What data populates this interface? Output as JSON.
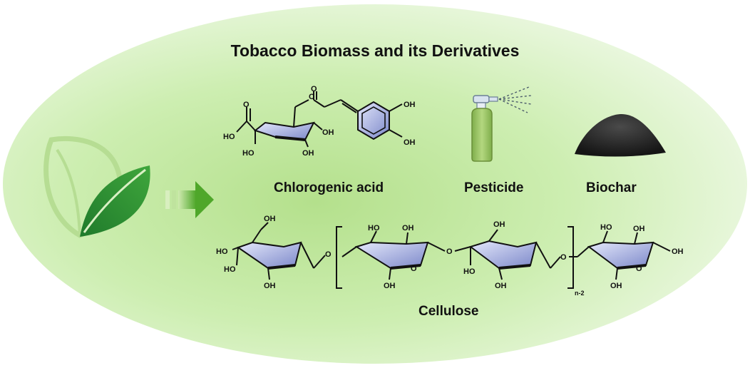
{
  "title": "Tobacco Biomass and its Derivatives",
  "derivatives": [
    {
      "name": "Chlorogenic acid"
    },
    {
      "name": "Pesticide"
    },
    {
      "name": "Biochar"
    },
    {
      "name": "Cellulose"
    }
  ],
  "chem_labels": {
    "oh": "OH",
    "ho": "HO",
    "o": "O",
    "repeat": "n-2"
  },
  "colors": {
    "ellipse_center": "#b7e392",
    "ellipse_edge": "#eaf7df",
    "leaf_dark": "#2e8b2f",
    "leaf_light": "#7dbd52",
    "arrow": "#6cbb3c",
    "ring_fill": "#9ea8d8",
    "aromatic_fill": "#a8b0e0",
    "spray_bottle": "#9bc46a",
    "biochar": "#2a2a2a"
  }
}
